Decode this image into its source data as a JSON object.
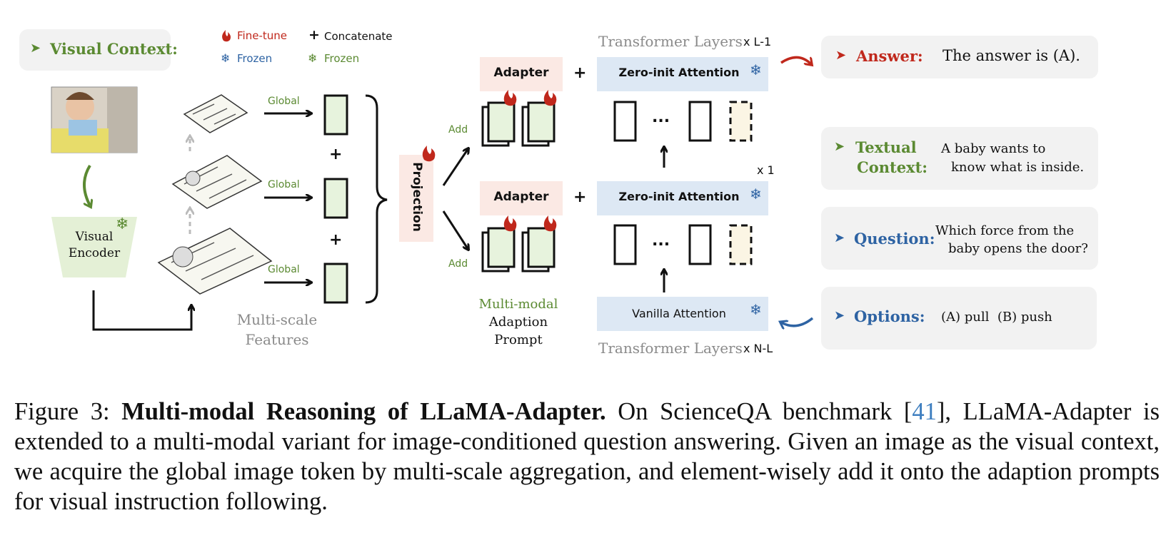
{
  "legend": {
    "finetune": "Fine-tune",
    "frozen1": "Frozen",
    "concat": "Concatenate",
    "frozen2": "Frozen"
  },
  "visual_context": {
    "title": "Visual Context:",
    "encoder_line1": "Visual",
    "encoder_line2": "Encoder"
  },
  "multiscale": {
    "global1": "Global",
    "global2": "Global",
    "global3": "Global",
    "plus1": "+",
    "plus2": "+",
    "caption_line1": "Multi-scale",
    "caption_line2": "Features"
  },
  "projection": "Projection",
  "add_top": "Add",
  "add_bottom": "Add",
  "adapter_top": "Adapter",
  "adapter_bottom": "Adapter",
  "plus_top": "+",
  "plus_bottom": "+",
  "prompt_caption": {
    "line1": "Multi-modal",
    "line2": "Adaption",
    "line3": "Prompt"
  },
  "transformer": {
    "layers_top": "Transformer Layers",
    "mult_top": "x L-1",
    "zero_init_top": "Zero-init Attention",
    "zero_init_mid": "Zero-init Attention",
    "mult_mid": "x 1",
    "vanilla": "Vanilla Attention",
    "layers_bottom": "Transformer Layers",
    "mult_bottom": "x N-L",
    "ellipsis1": "...",
    "ellipsis2": "..."
  },
  "right": {
    "answer_label": "Answer:",
    "answer_text": "The answer is (A).",
    "textual_label_1": "Textual",
    "textual_label_2": "Context:",
    "textual_text_1": "A baby wants to",
    "textual_text_2": "know what is inside.",
    "question_label": "Question:",
    "question_text_1": "Which force from the",
    "question_text_2": "baby opens the door?",
    "options_label": "Options:",
    "options_text": "(A) pull  (B) push"
  },
  "caption": {
    "prefix": "Figure 3: ",
    "title": "Multi-modal Reasoning of LLaMA-Adapter.",
    "text_a": " On ScienceQA benchmark [",
    "ref": "41",
    "text_b": "], LLaMA-Adapter is extended to a multi-modal variant for image-conditioned question answering.  Given an image as the visual context, we acquire the global image token by multi-scale aggregation, and element-wisely add it onto the adaption prompts for visual instruction following."
  },
  "colors": {
    "green": "#5b8a32",
    "red": "#c0281c",
    "blue": "#2e63a3",
    "attention_bg": "#dde8f4",
    "adapter_bg": "#fbe9e4",
    "feature_fill": "#e7f3dd"
  }
}
